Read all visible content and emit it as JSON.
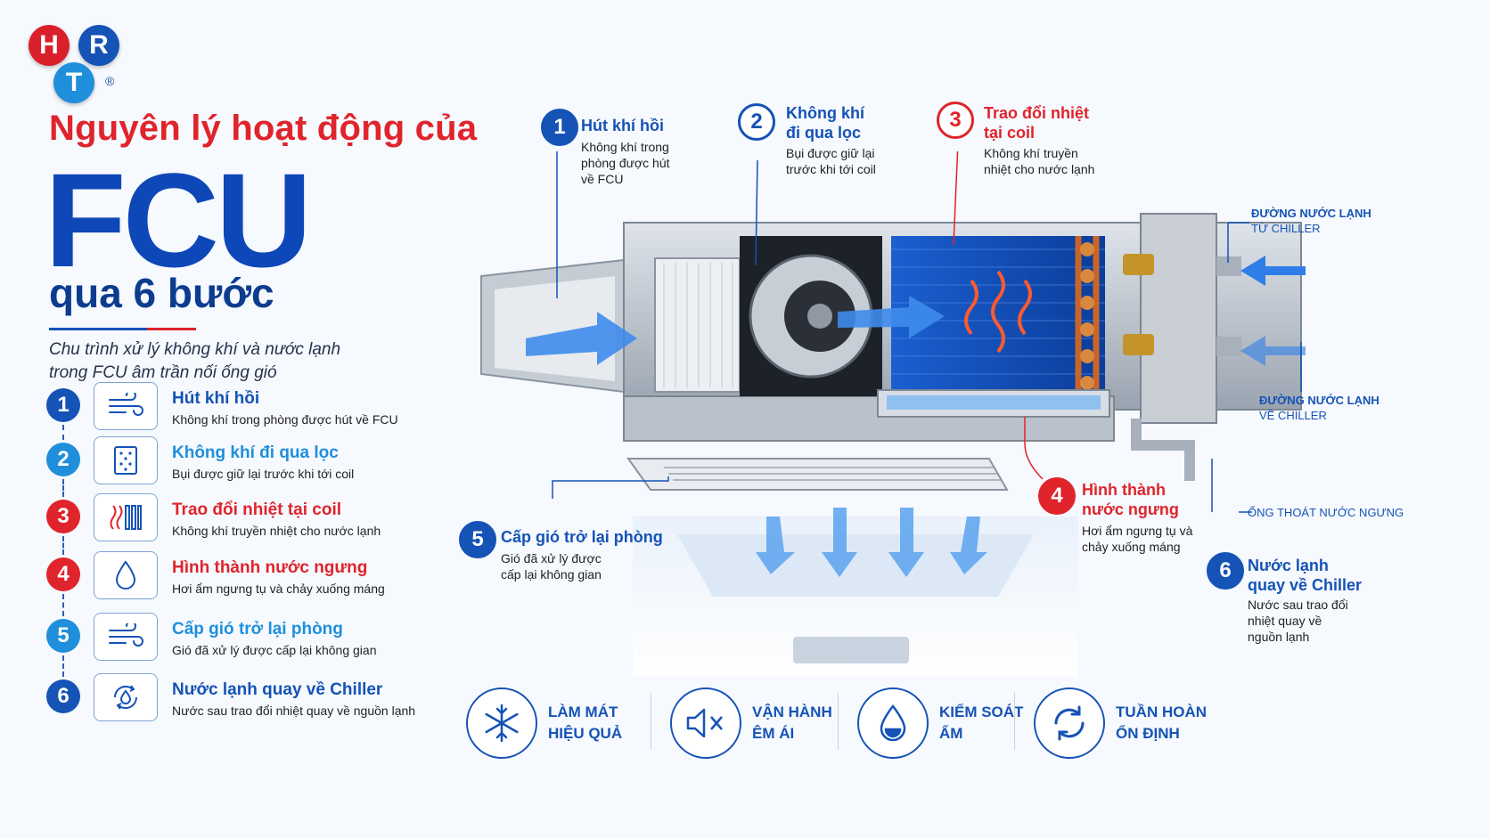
{
  "logo": {
    "letters": [
      "H",
      "R",
      "T"
    ],
    "reg": "®"
  },
  "title": {
    "line1": "Nguyên lý hoạt động của",
    "big": "FCU",
    "line3": "qua 6 bước",
    "desc_line1": "Chu trình xử lý không khí và nước lạnh",
    "desc_line2": "trong FCU âm trần nối ống gió"
  },
  "steps": [
    {
      "num": "1",
      "title": "Hút khí hồi",
      "desc": "Không khí trong phòng được hút về FCU",
      "color": "#1553b6",
      "icon": "airflow-icon"
    },
    {
      "num": "2",
      "title": "Không khí đi qua lọc",
      "desc": "Bụi được giữ lại trước khi tới coil",
      "color": "#1f8fdc",
      "icon": "filter-icon"
    },
    {
      "num": "3",
      "title": "Trao đổi nhiệt tại coil",
      "desc": "Không khí truyền nhiệt cho nước lạnh",
      "color": "#e0242c",
      "icon": "heat-exchange-icon"
    },
    {
      "num": "4",
      "title": "Hình thành nước ngưng",
      "desc": "Hơi ẩm ngưng tụ và chảy xuống máng",
      "color": "#e0242c",
      "icon": "water-drop-icon"
    },
    {
      "num": "5",
      "title": "Cấp gió trở lại phòng",
      "desc": "Gió đã xử lý được cấp lại không gian",
      "color": "#1f8fdc",
      "icon": "supply-air-icon"
    },
    {
      "num": "6",
      "title": "Nước lạnh quay về Chiller",
      "desc": "Nước sau trao đổi nhiệt quay về nguồn lạnh",
      "color": "#1553b6",
      "icon": "cycle-water-icon"
    }
  ],
  "callouts": {
    "c1": {
      "num": "1",
      "title": "Hút khí hồi",
      "desc": [
        "Không khí trong",
        "phòng được hút",
        "về FCU"
      ]
    },
    "c2": {
      "num": "2",
      "title": [
        "Không khí",
        "đi qua lọc"
      ],
      "desc": [
        "Bụi được giữ lại",
        "trước khi tới coil"
      ]
    },
    "c3": {
      "num": "3",
      "title": [
        "Trao đổi nhiệt",
        "tại coil"
      ],
      "desc": [
        "Không khí truyền",
        "nhiệt cho nước lạnh"
      ]
    },
    "c4": {
      "num": "4",
      "title": [
        "Hình thành",
        "nước ngưng"
      ],
      "desc": [
        "Hơi ẩm ngưng tụ và",
        "chảy xuống máng"
      ]
    },
    "c5": {
      "num": "5",
      "title": "Cấp gió trở lại phòng",
      "desc": [
        "Gió đã xử lý được",
        "cấp lại không gian"
      ]
    },
    "c6": {
      "num": "6",
      "title": [
        "Nước lạnh",
        "quay về Chiller"
      ],
      "desc": [
        "Nước sau trao đổi",
        "nhiệt quay về",
        "nguồn lạnh"
      ]
    }
  },
  "pipes": {
    "supply": [
      "ĐƯỜNG NƯỚC LẠNH",
      "TỪ CHILLER"
    ],
    "return": [
      "ĐƯỜNG NƯỚC LẠNH",
      "VỀ CHILLER"
    ],
    "drain": "ỐNG THOÁT NƯỚC NGƯNG"
  },
  "features": [
    {
      "line1": "LÀM MÁT",
      "line2": "HIỆU QUẢ",
      "icon": "snowflake-icon"
    },
    {
      "line1": "VẬN HÀNH",
      "line2": "ÊM ÁI",
      "icon": "mute-speaker-icon"
    },
    {
      "line1": "KIỂM SOÁT",
      "line2": "ẨM",
      "icon": "humidity-drop-icon"
    },
    {
      "line1": "TUẦN HOÀN",
      "line2": "ỔN ĐỊNH",
      "icon": "recycle-icon"
    }
  ],
  "colors": {
    "brand_blue": "#1553b6",
    "brand_red": "#e0242c",
    "light_blue": "#1f8fdc"
  }
}
